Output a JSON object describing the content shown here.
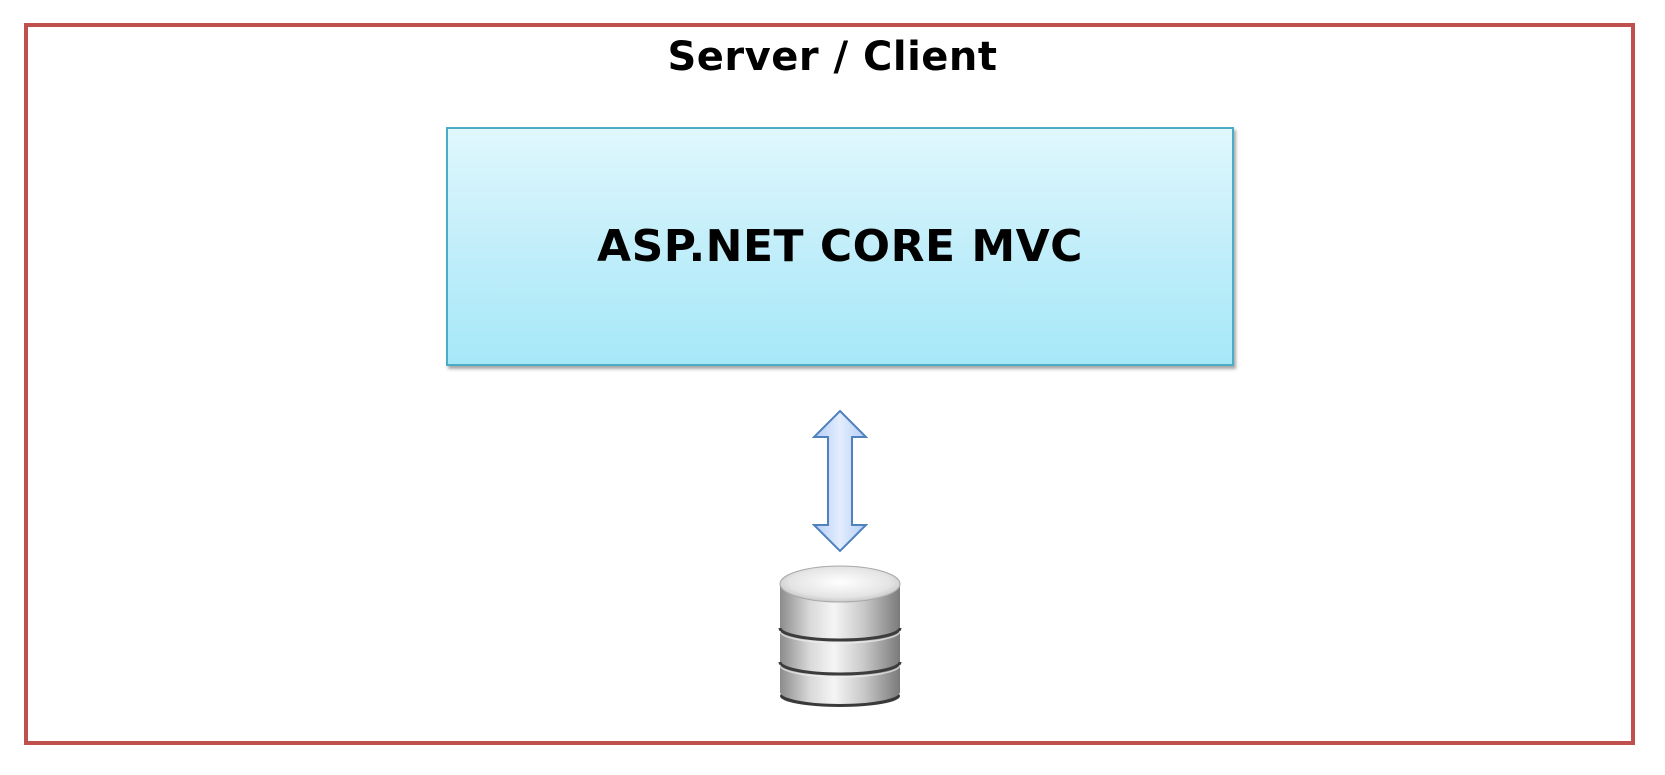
{
  "diagram": {
    "title": "Server / Client",
    "app_box": {
      "label": "ASP.NET CORE MVC"
    },
    "connector": {
      "kind": "bidirectional-arrow"
    },
    "database": {
      "icon": "database-icon"
    }
  },
  "colors": {
    "frame_border": "#c0504d",
    "box_border": "#4bacc6",
    "box_fill_top": "#e0f7fd",
    "box_fill_bottom": "#a6e8f8",
    "arrow_fill": "#c9dcfb",
    "arrow_stroke": "#4f81bd"
  }
}
